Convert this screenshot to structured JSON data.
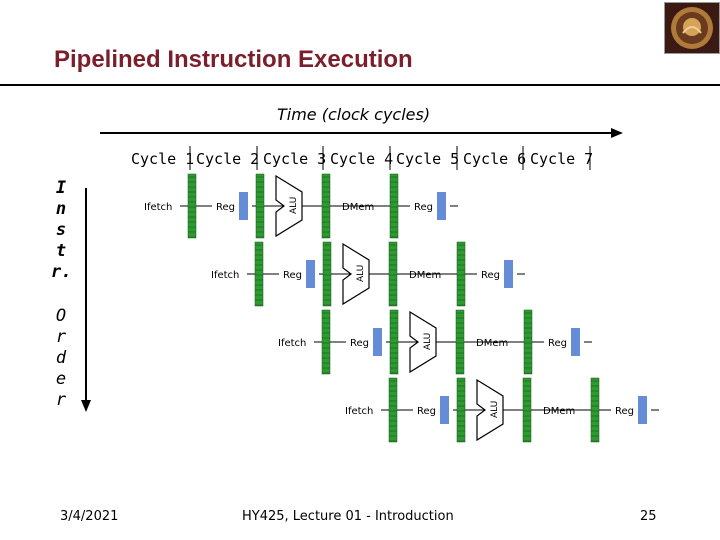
{
  "slide": {
    "title": "Pipelined Instruction Execution",
    "time_label": "Time (clock cycles)",
    "vertical_label_top": "I n s t r.",
    "vertical_label_bottom": "O r d e r",
    "cycles": [
      "Cycle 1",
      "Cycle 2",
      "Cycle 3",
      "Cycle 4",
      "Cycle 5",
      "Cycle 6",
      "Cycle 7"
    ],
    "stage_labels": {
      "ifetch": "Ifetch",
      "reg": "Reg",
      "alu": "ALU",
      "dmem": "DMem"
    },
    "instruction_count": 4,
    "footer": {
      "date": "3/4/2021",
      "course": "HY425, Lecture 01 - Introduction",
      "page": "25"
    },
    "colors": {
      "title": "#7a1f2b",
      "latch": "#2e9a32",
      "reg_highlight": "#4a78d0"
    }
  }
}
